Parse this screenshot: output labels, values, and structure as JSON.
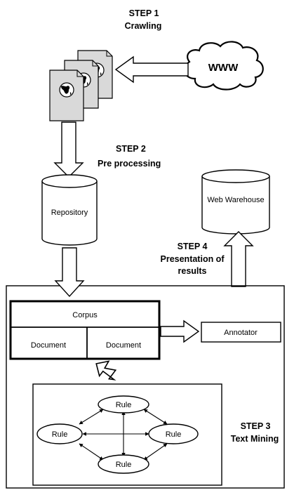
{
  "step1": {
    "title": "STEP 1",
    "subtitle": "Crawling"
  },
  "step2": {
    "title": "STEP 2",
    "subtitle": "Pre processing"
  },
  "step3": {
    "title": "STEP 3",
    "subtitle": "Text Mining"
  },
  "step4": {
    "title": "STEP 4",
    "line2": "Presentation of",
    "line3": "results"
  },
  "www": "WWW",
  "repository": "Repository",
  "warehouse": "Web Warehouse",
  "corpus": {
    "label": "Corpus",
    "documents": [
      "Document",
      "Document"
    ]
  },
  "annotator": "Annotator",
  "rules": [
    "Rule",
    "Rule",
    "Rule",
    "Rule"
  ]
}
